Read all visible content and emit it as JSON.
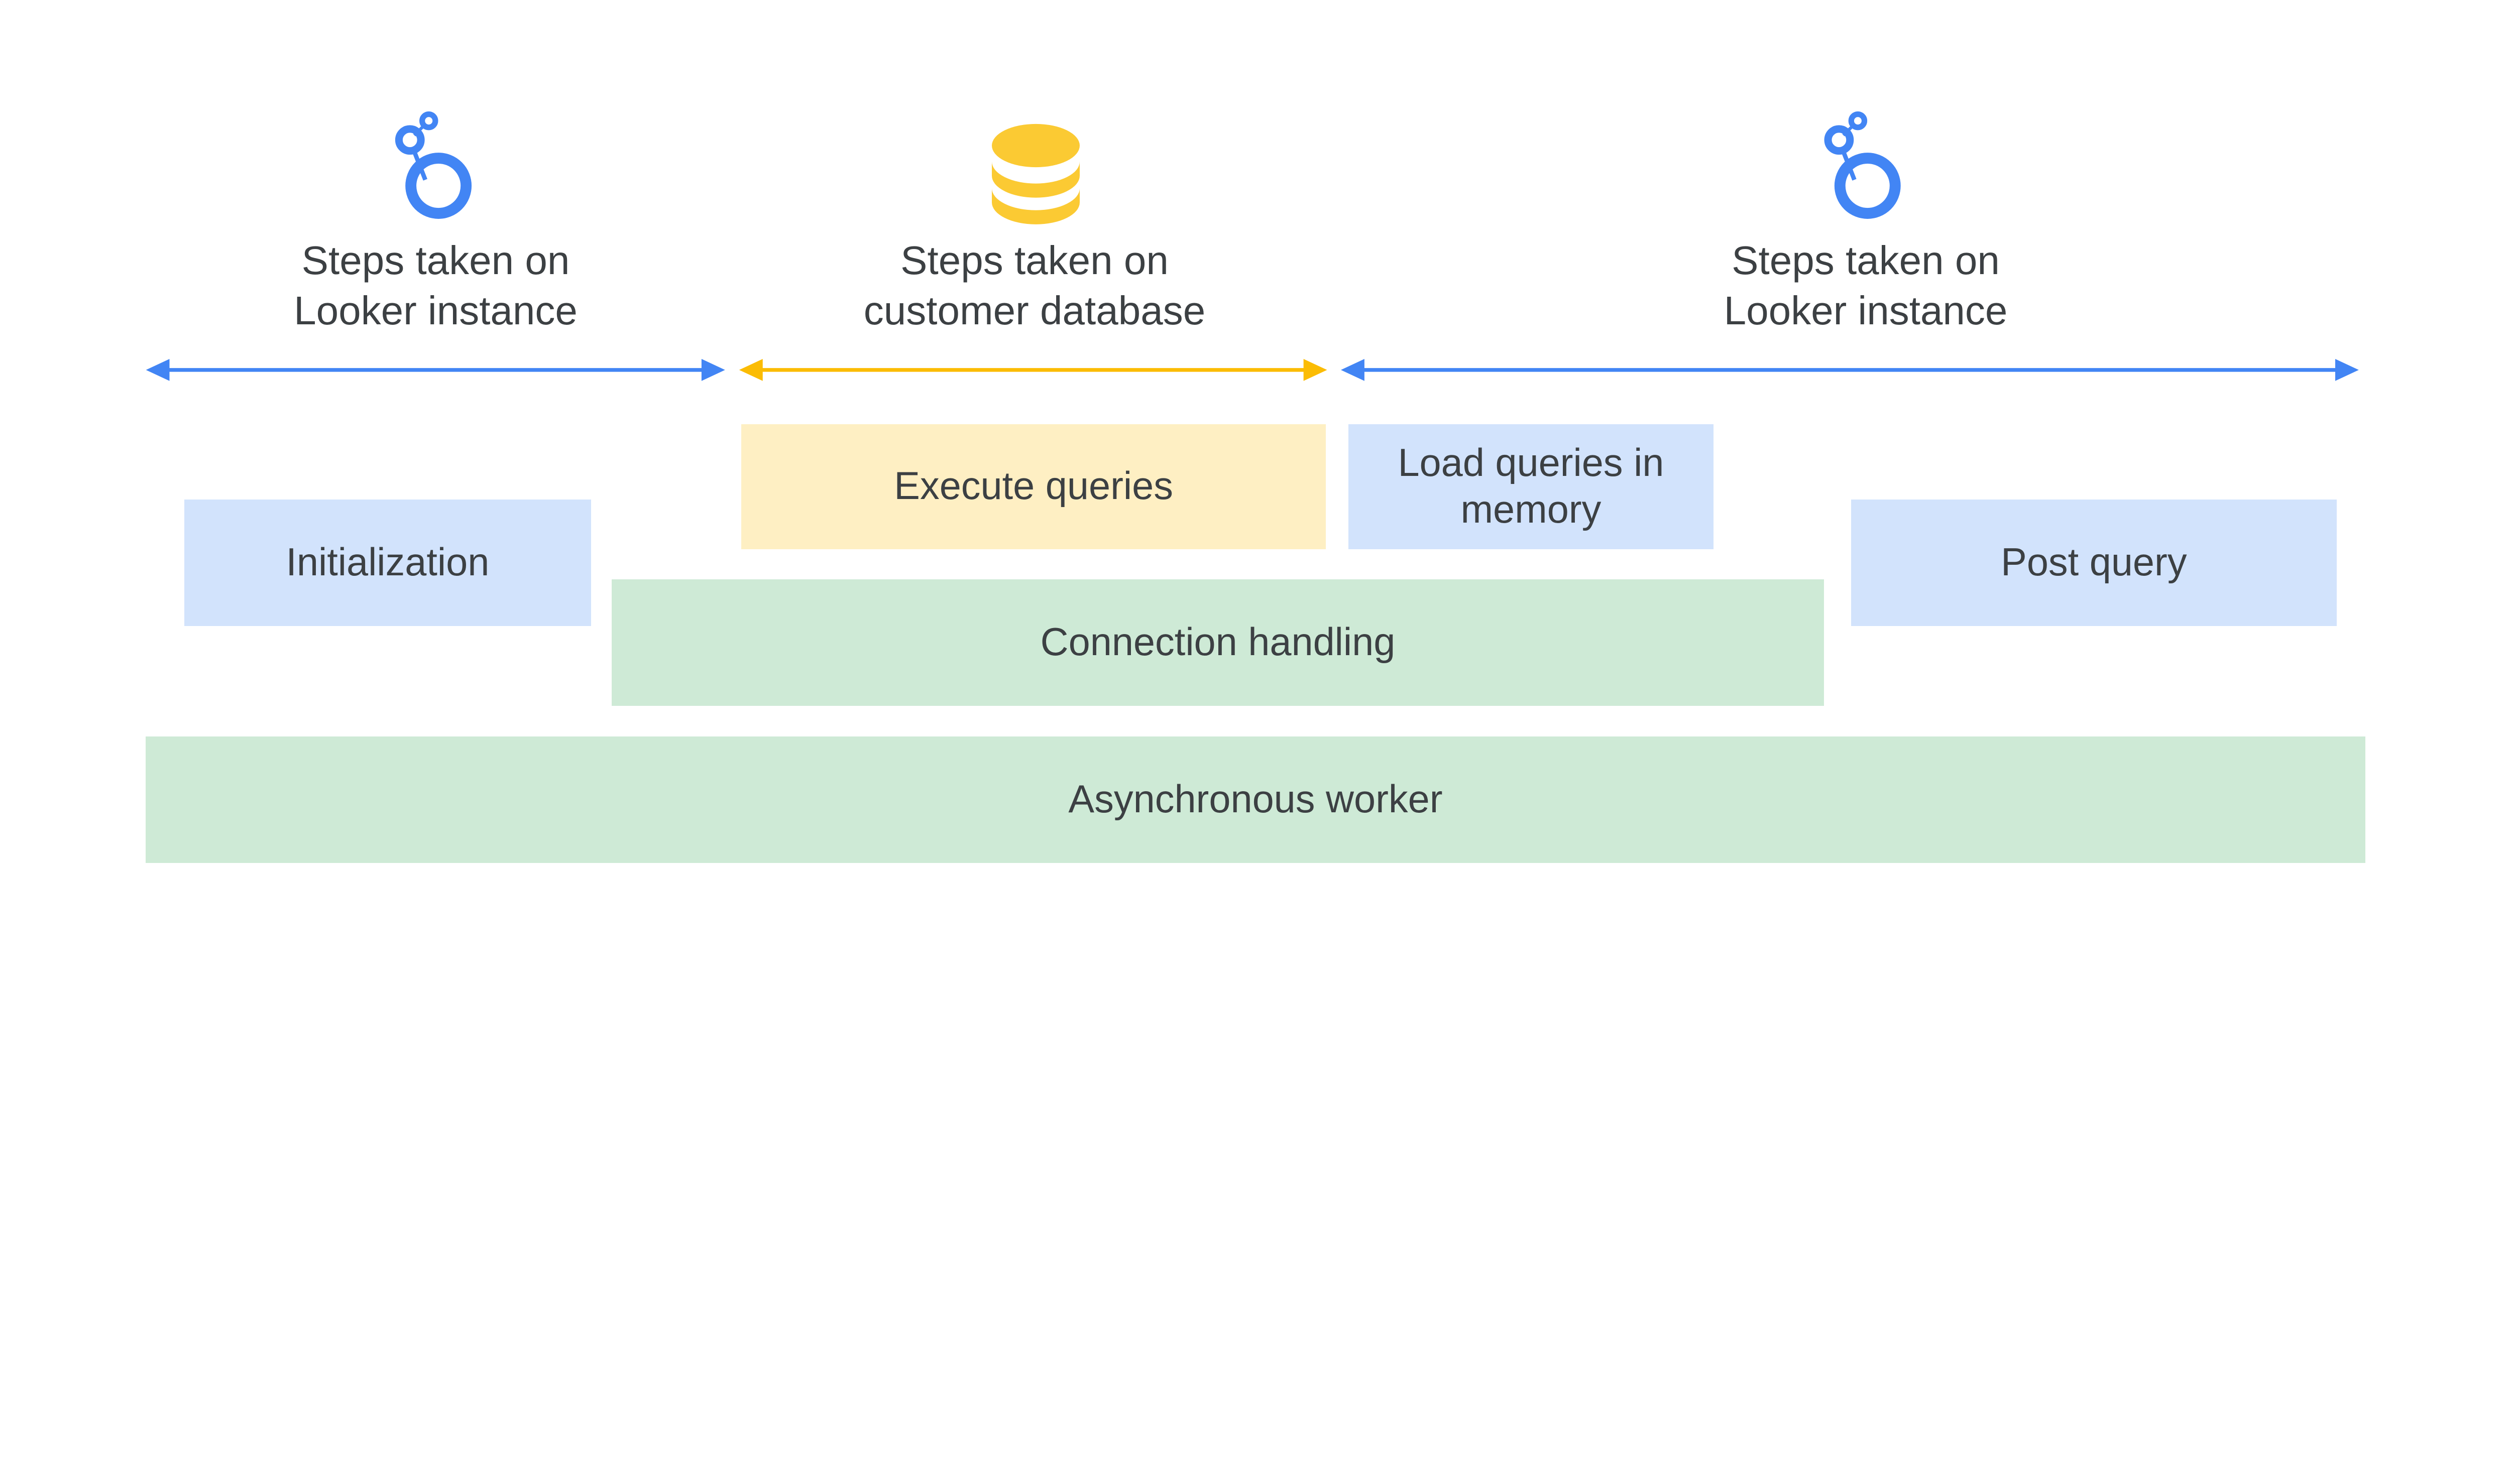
{
  "colors": {
    "looker_blue": "#4285f4",
    "database_yellow": "#fbca33",
    "arrow_yellow": "#fbbc04",
    "box_blue": "#d2e3fc",
    "box_green": "#ceead6",
    "box_yellow": "#feefc3",
    "text": "#3c4043"
  },
  "sections": [
    {
      "icon": "looker-logo-icon",
      "line1": "Steps taken on",
      "line2": "Looker instance"
    },
    {
      "icon": "database-icon",
      "line1": "Steps taken on",
      "line2": "customer database"
    },
    {
      "icon": "looker-logo-icon",
      "line1": "Steps taken on",
      "line2": "Looker instance"
    }
  ],
  "boxes": {
    "initialization": "Initialization",
    "execute_queries": "Execute queries",
    "load_queries_line1": "Load queries in",
    "load_queries_line2": "memory",
    "post_query": "Post query",
    "connection_handling": "Connection handling",
    "asynchronous_worker": "Asynchronous worker"
  }
}
